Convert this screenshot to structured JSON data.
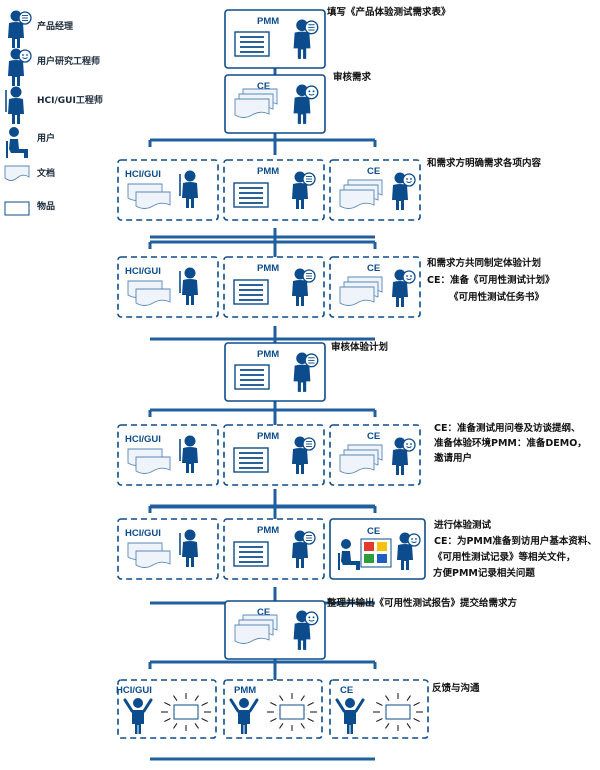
{
  "colors": {
    "primary": "#0d4c8c",
    "line": "#1f5f9e",
    "bg": "#ffffff",
    "text": "#111111",
    "doc_fill": "#eef4fa",
    "sticky": [
      "#e23b2e",
      "#f4c20d",
      "#2c9e3a",
      "#1f5fbf"
    ]
  },
  "legend": [
    {
      "icon": "product-manager-figure",
      "label": "产品经理"
    },
    {
      "icon": "user-researcher-figure",
      "label": "用户研究工程师"
    },
    {
      "icon": "hci-gui-engineer-figure",
      "label": "HCI/GUI工程师"
    },
    {
      "icon": "user-seated-figure",
      "label": "用户"
    },
    {
      "icon": "document-shape",
      "label": "文档"
    },
    {
      "icon": "object-rectangle",
      "label": "物品"
    }
  ],
  "roles": {
    "pmm": "PMM",
    "ce": "CE",
    "hci": "HCI/GUI"
  },
  "steps": [
    {
      "annotation": [
        "填写《产品体验测试需求表》"
      ]
    },
    {
      "annotation": [
        "审核需求"
      ]
    },
    {
      "annotation": [
        "和需求方明确需求各项内容"
      ]
    },
    {
      "annotation": [
        "和需求方共同制定体验计划",
        "CE：准备《可用性测试计划》",
        "《可用性测试任务书》"
      ]
    },
    {
      "annotation": [
        "审核体验计划"
      ]
    },
    {
      "annotation": [
        "CE：准备测试用问卷及访谈提纲、",
        "准备体验环境PMM：准备DEMO，",
        "邀请用户"
      ]
    },
    {
      "annotation": [
        "进行体验测试",
        "CE：为PMM准备到访用户基本资料、",
        "《可用性测试记录》等相关文件，",
        "方便PMM记录相关问题"
      ]
    },
    {
      "annotation": [
        "整理并输出《可用性测试报告》提交给需求方"
      ]
    },
    {
      "annotation": [
        "反馈与沟通"
      ]
    }
  ]
}
